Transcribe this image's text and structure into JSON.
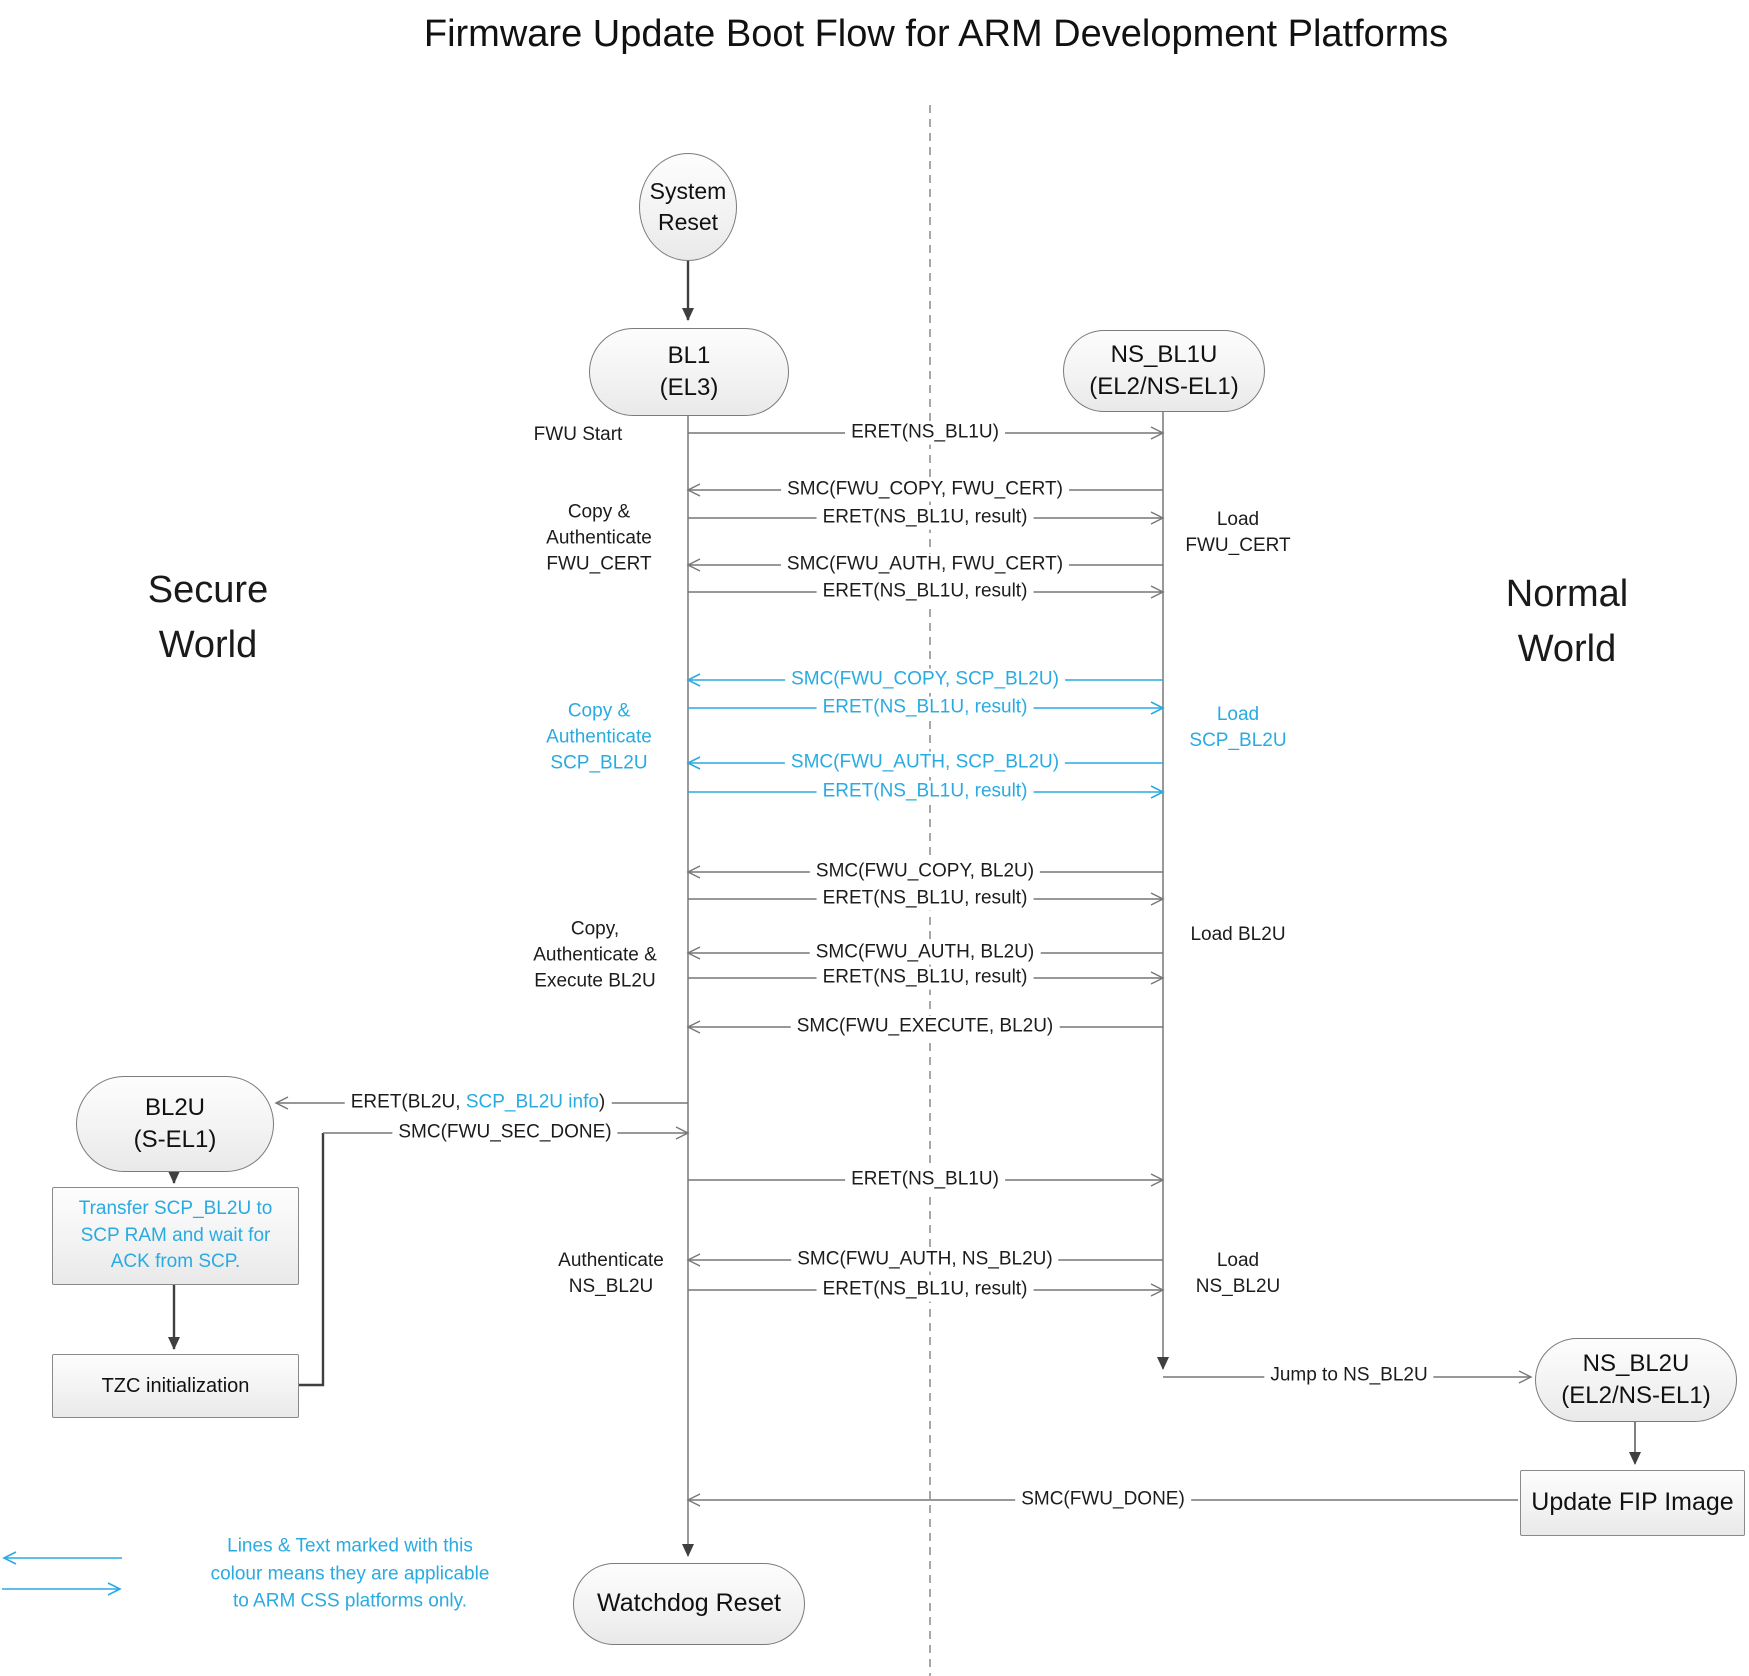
{
  "title": "Firmware Update Boot Flow for ARM Development Platforms",
  "colors": {
    "accent": "#29abe2",
    "line_gray": "#777777",
    "flow_dark": "#3f3f3f"
  },
  "worlds": {
    "secure": "Secure\nWorld",
    "normal": "Normal\nWorld"
  },
  "nodes": {
    "system_reset": "System\nReset",
    "bl1": "BL1\n(EL3)",
    "ns_bl1u": "NS_BL1U\n(EL2/NS-EL1)",
    "bl2u": "BL2U\n(S-EL1)",
    "transfer_scp": "Transfer SCP_BL2U to\nSCP RAM and wait for\nACK from SCP.",
    "tzc": "TZC initialization",
    "ns_bl2u": "NS_BL2U\n(EL2/NS-EL1)",
    "update_fip": "Update FIP Image",
    "watchdog": "Watchdog Reset"
  },
  "messages": {
    "m1": "ERET(NS_BL1U)",
    "m2": "SMC(FWU_COPY, FWU_CERT)",
    "m3": "ERET(NS_BL1U, result)",
    "m4": "SMC(FWU_AUTH, FWU_CERT)",
    "m5": "ERET(NS_BL1U, result)",
    "m6": "SMC(FWU_COPY, SCP_BL2U)",
    "m7": "ERET(NS_BL1U, result)",
    "m8": "SMC(FWU_AUTH, SCP_BL2U)",
    "m9": "ERET(NS_BL1U, result)",
    "m10": "SMC(FWU_COPY, BL2U)",
    "m11": "ERET(NS_BL1U, result)",
    "m12": "SMC(FWU_AUTH, BL2U)",
    "m13": "ERET(NS_BL1U, result)",
    "m14": "SMC(FWU_EXECUTE, BL2U)",
    "eret_bl2u_pre": "ERET(BL2U, ",
    "eret_bl2u_blue": "SCP_BL2U info",
    "eret_bl2u_post": ")",
    "sec_done": "SMC(FWU_SEC_DONE)",
    "m17": "ERET(NS_BL1U)",
    "m18": "SMC(FWU_AUTH, NS_BL2U)",
    "m19": "ERET(NS_BL1U, result)",
    "jump": "Jump to NS_BL2U",
    "fwu_done": "SMC(FWU_DONE)"
  },
  "activities": {
    "fwu_start": "FWU Start",
    "copy_auth_fwu_cert": "Copy &\nAuthenticate\nFWU_CERT",
    "copy_auth_scp_bl2u": "Copy &\nAuthenticate\nSCP_BL2U",
    "copy_auth_exec_bl2u": "Copy,\nAuthenticate &\nExecute BL2U",
    "auth_ns_bl2u": "Authenticate\nNS_BL2U",
    "load_fwu_cert": "Load\nFWU_CERT",
    "load_scp_bl2u": "Load\nSCP_BL2U",
    "load_bl2u": "Load BL2U",
    "load_ns_bl2u": "Load\nNS_BL2U"
  },
  "legend": {
    "note": "Lines & Text marked with this\ncolour means they are applicable\nto ARM CSS platforms only."
  }
}
